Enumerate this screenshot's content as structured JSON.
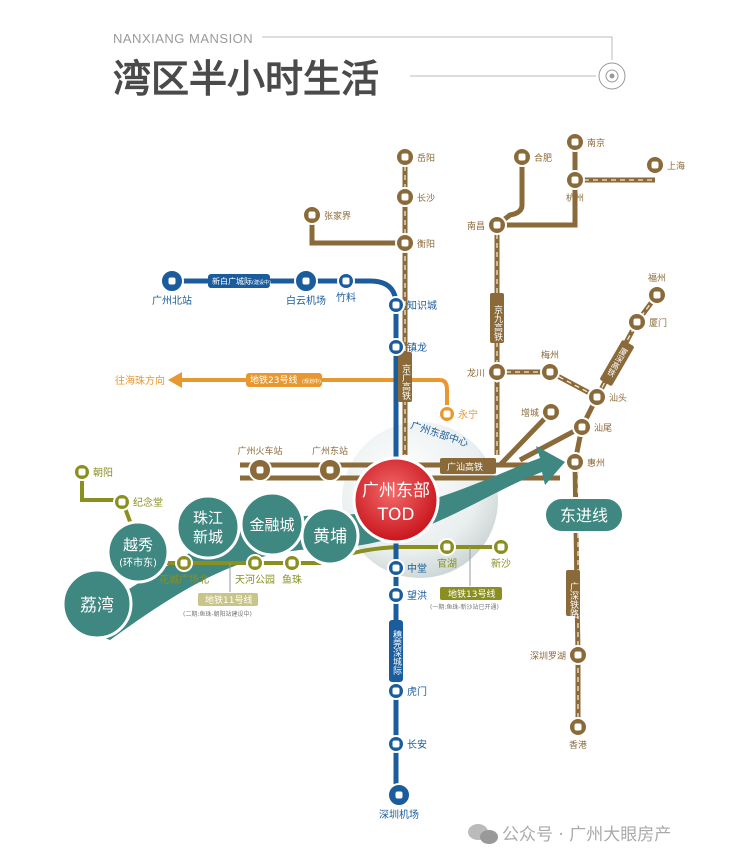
{
  "header": {
    "subtitle": "NANXIANG MANSION",
    "title": "湾区半小时生活"
  },
  "colors": {
    "hsr": "#8b6a3a",
    "blue": "#1b5c9c",
    "orange": "#e8982e",
    "olive": "#8a8f1f",
    "teal": "#3f8781",
    "red": "#d8262c"
  },
  "hsr_stations": [
    "岳阳",
    "长沙",
    "衡阳",
    "张家界",
    "合肥",
    "南京",
    "杭州",
    "上海",
    "南昌",
    "福州",
    "厦门",
    "龙川",
    "梅州",
    "汕头",
    "增城",
    "汕尾",
    "惠州",
    "深圳罗湖",
    "香港"
  ],
  "rail_stations": [
    "广州火车站",
    "广州东站"
  ],
  "blue_stations": [
    "广州北站",
    "白云机场",
    "竹料",
    "知识城",
    "镇龙",
    "中堂",
    "望洪",
    "虎门",
    "长安",
    "深圳机场"
  ],
  "orange_stations": [
    "永宁"
  ],
  "olive_stations": [
    "朝阳",
    "纪念堂",
    "花城广场北",
    "天河公园",
    "鱼珠",
    "官湖",
    "新沙"
  ],
  "line_labels": {
    "jingguang": "京广高铁",
    "jingjiu": "京九高铁",
    "guangshan": "广汕高铁",
    "xiamen_shenzhen": "厦深高铁",
    "guangshen": "广深铁路",
    "xinbaiguang": "新白广城际",
    "xinbaiguang_note": "(建设中)",
    "suiguanshen": "穗莞深城际",
    "metro23": "地铁23号线",
    "metro23_note": "(规划中)",
    "haizhu": "往海珠方向",
    "metro11": "地铁11号线",
    "metro11_note": "(二期:鱼珠-朝阳站建设中)",
    "metro13": "地铁13号线",
    "metro13_note": "(一期:鱼珠-新沙站已开通)",
    "east_center": "广州东部中心"
  },
  "districts": [
    "荔湾",
    "越秀",
    "(环市东)",
    "珠江",
    "新城",
    "金融城",
    "黄埔"
  ],
  "tod": {
    "line1": "广州东部",
    "line2": "TOD"
  },
  "east_line": "东进线",
  "watermark": "公众号 · 广州大眼房产"
}
